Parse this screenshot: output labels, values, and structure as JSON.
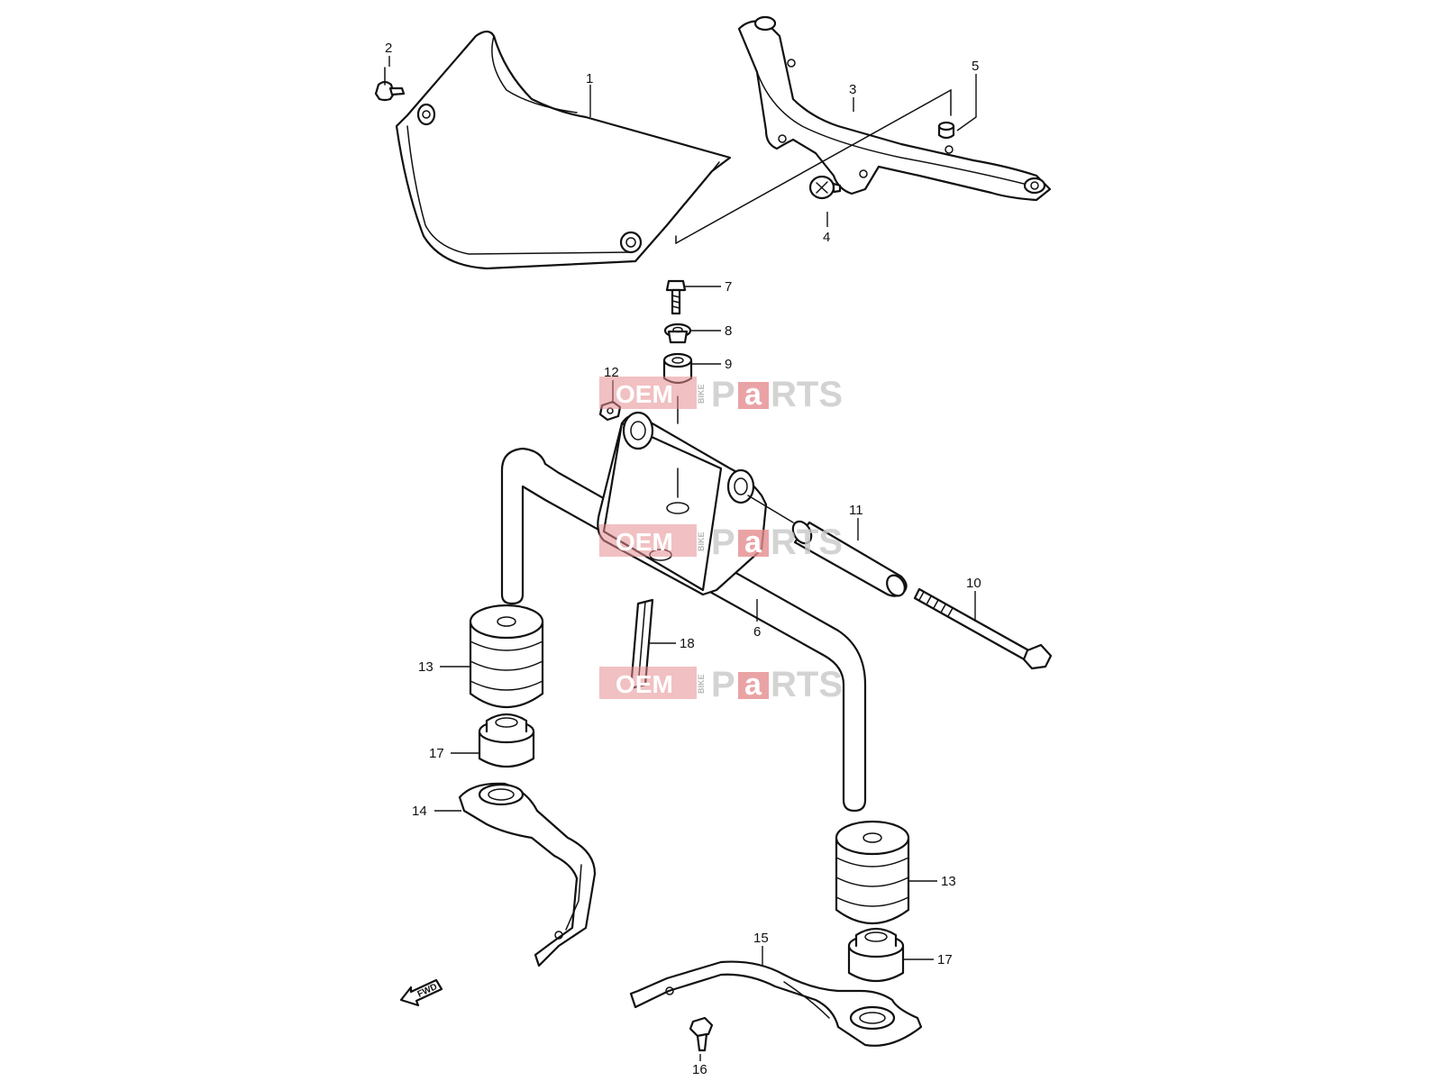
{
  "diagram": {
    "callouts": [
      {
        "id": "1",
        "label": "1"
      },
      {
        "id": "2",
        "label": "2"
      },
      {
        "id": "3",
        "label": "3"
      },
      {
        "id": "4",
        "label": "4"
      },
      {
        "id": "5",
        "label": "5"
      },
      {
        "id": "6",
        "label": "6"
      },
      {
        "id": "7",
        "label": "7"
      },
      {
        "id": "8",
        "label": "8"
      },
      {
        "id": "9",
        "label": "9"
      },
      {
        "id": "10",
        "label": "10"
      },
      {
        "id": "11",
        "label": "11"
      },
      {
        "id": "12",
        "label": "12"
      },
      {
        "id": "13a",
        "label": "13"
      },
      {
        "id": "13b",
        "label": "13"
      },
      {
        "id": "14",
        "label": "14"
      },
      {
        "id": "15",
        "label": "15"
      },
      {
        "id": "16",
        "label": "16"
      },
      {
        "id": "17a",
        "label": "17"
      },
      {
        "id": "17b",
        "label": "17"
      },
      {
        "id": "18",
        "label": "18"
      }
    ],
    "fwd_label": "FWD"
  },
  "watermark": {
    "oem": "OEM",
    "bike": "BIKE",
    "p": "P",
    "a": "a",
    "rts": "RTS",
    "color": "#e58c8f"
  }
}
